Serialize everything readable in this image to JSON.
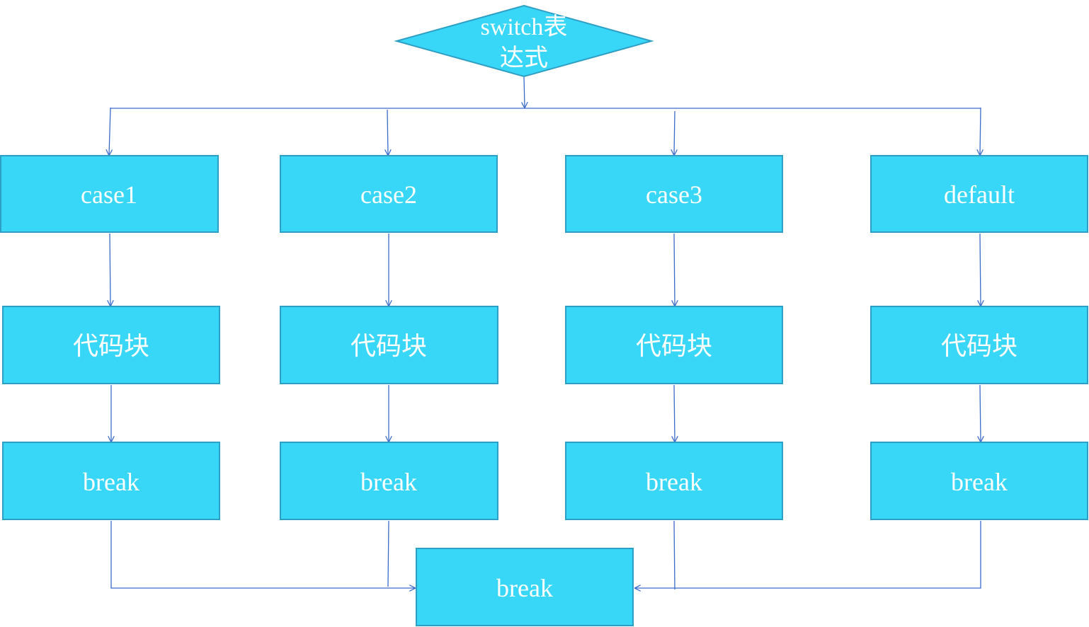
{
  "colors": {
    "fill": "#38D7F7",
    "stroke": "#2E9FC4",
    "line": "#3B6BC9"
  },
  "decision": {
    "line1": "switch表",
    "line2": "达式"
  },
  "columns": [
    {
      "case_label": "case1",
      "code_label": "代码块",
      "break_label": "break"
    },
    {
      "case_label": "case2",
      "code_label": "代码块",
      "break_label": "break"
    },
    {
      "case_label": "case3",
      "code_label": "代码块",
      "break_label": "break"
    },
    {
      "case_label": "default",
      "code_label": "代码块",
      "break_label": "break"
    }
  ],
  "final": {
    "label": "break"
  }
}
